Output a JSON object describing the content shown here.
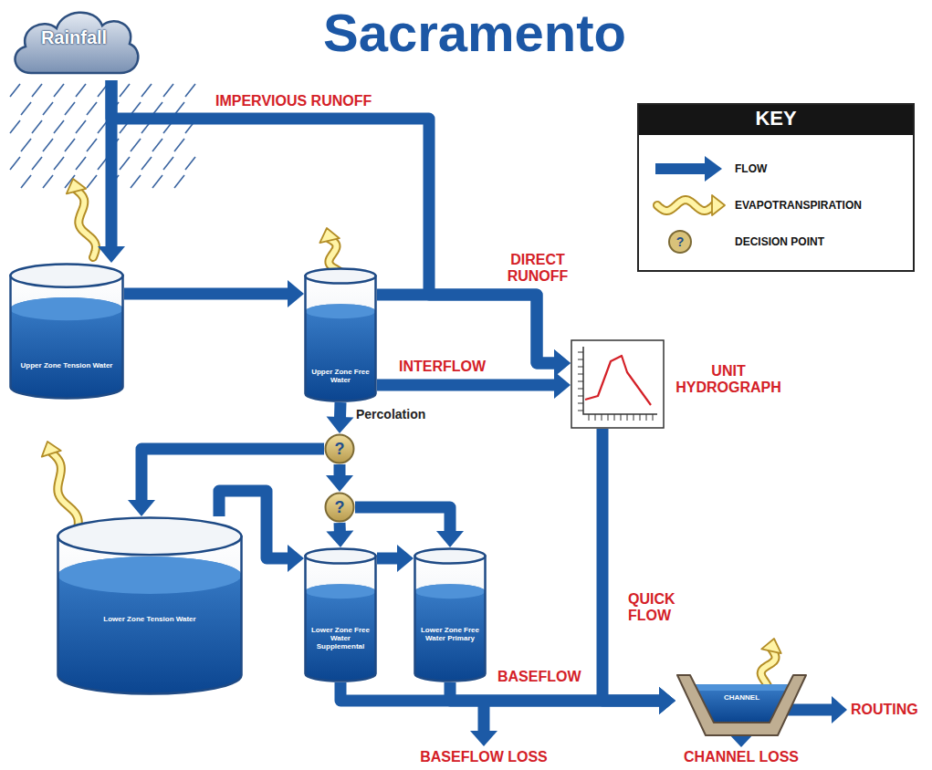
{
  "diagram": {
    "title": "Sacramento",
    "nodes": [
      {
        "text": [
          "Rainfall"
        ]
      },
      {
        "text": [
          "Upper Zone Tension Water"
        ]
      },
      {
        "text": [
          "Upper Zone Free Water"
        ]
      },
      {
        "text": [
          "UNIT HYDROGRAPH"
        ]
      },
      {
        "text": [
          "?"
        ]
      },
      {
        "text": [
          "?"
        ]
      },
      {
        "text": [
          "Lower Zone Tension Water"
        ]
      },
      {
        "text": [
          "Lower Zone Free Water Supplemental"
        ]
      },
      {
        "text": [
          "Lower Zone Free Water Primary"
        ]
      },
      {
        "text": [
          "CHANNEL"
        ]
      }
    ],
    "edges": [
      {
        "from": 0,
        "to": 1,
        "arrow": "to"
      },
      {
        "from": 0,
        "to": 3,
        "label": "IMPERVIOUS RUNOFF",
        "arrow": "to"
      },
      {
        "from": 1,
        "to": 2,
        "arrow": "to"
      },
      {
        "from": 2,
        "to": 3,
        "label": "DIRECT RUNOFF",
        "arrow": "to"
      },
      {
        "from": 2,
        "to": 3,
        "label": "INTERFLOW",
        "arrow": "to"
      },
      {
        "from": 2,
        "to": 4,
        "label": "Percolation",
        "arrow": "to"
      },
      {
        "from": 4,
        "to": 6,
        "arrow": "to"
      },
      {
        "from": 4,
        "to": 5,
        "arrow": "to"
      },
      {
        "from": 5,
        "to": 7,
        "arrow": "to"
      },
      {
        "from": 5,
        "to": 8,
        "arrow": "to"
      },
      {
        "from": 6,
        "to": 7,
        "arrow": "to"
      },
      {
        "from": 7,
        "to": 8,
        "arrow": "to"
      },
      {
        "from": 7,
        "to": 9,
        "label": "BASEFLOW",
        "arrow": "to"
      },
      {
        "from": 8,
        "to": 9,
        "arrow": "to"
      },
      {
        "from": 3,
        "to": 9,
        "label": "QUICK FLOW",
        "arrow": "to"
      }
    ],
    "labels": [
      "KEY",
      "?",
      "BASEFLOW LOSS",
      "CHANNEL LOSS",
      "ROUTING"
    ],
    "legend": [
      {
        "text": "FLOW"
      },
      {
        "text": "EVAPOTRANSPIRATION"
      },
      {
        "text": "DECISION POINT"
      }
    ]
  }
}
